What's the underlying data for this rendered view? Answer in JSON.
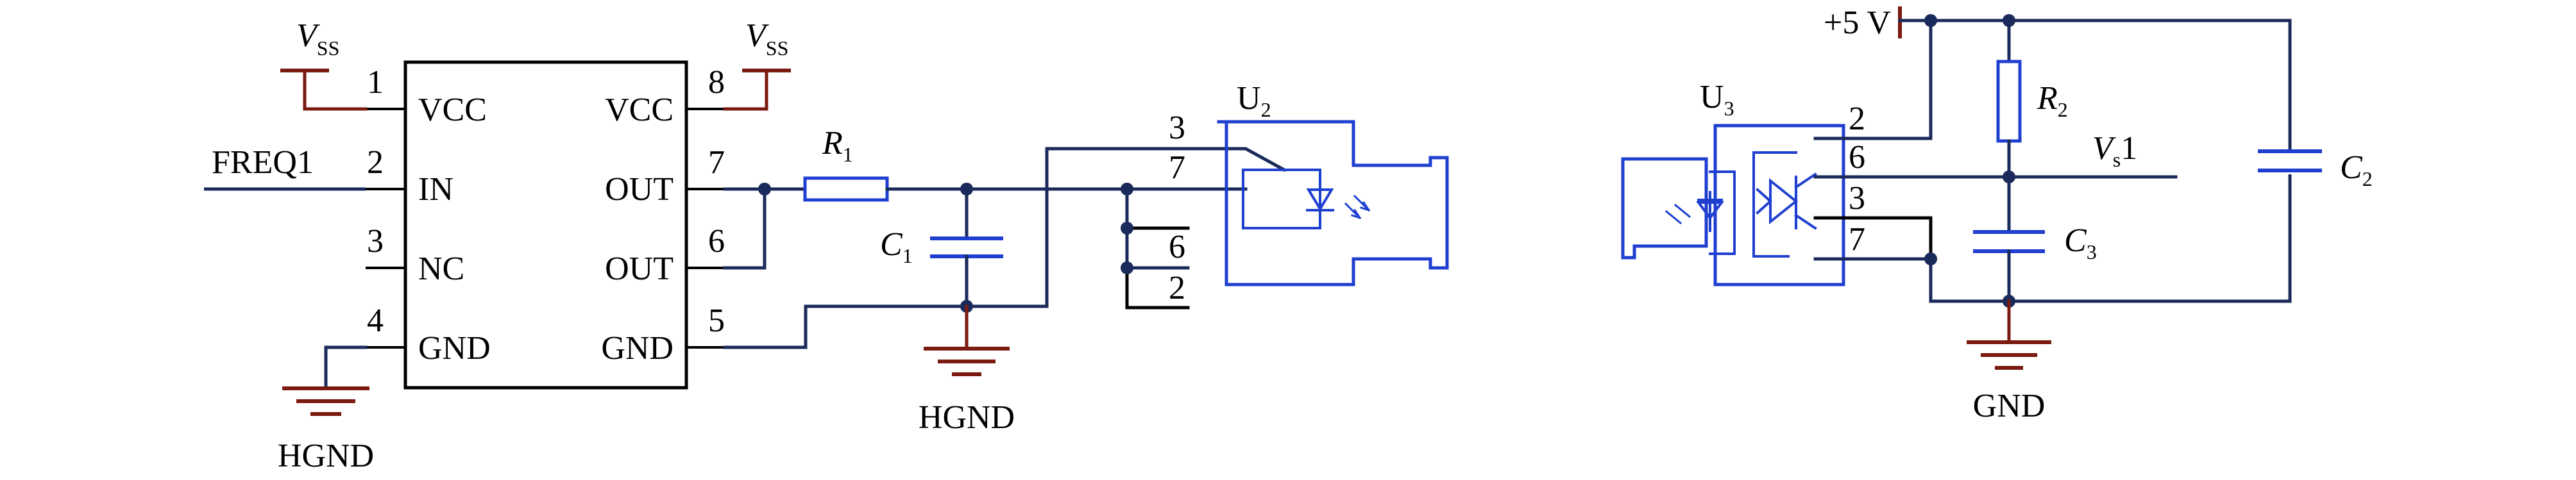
{
  "colors": {
    "wire": "#1a2a5a",
    "black": "#000000",
    "component": "#1f3fd0",
    "ground": "#7a1a10"
  },
  "ic": {
    "pins": {
      "p1": "1",
      "p2": "2",
      "p3": "3",
      "p4": "4",
      "p5": "5",
      "p6": "6",
      "p7": "7",
      "p8": "8"
    },
    "left_labels": {
      "vcc": "VCC",
      "in": "IN",
      "nc": "NC",
      "gnd": "GND"
    },
    "right_labels": {
      "vcc": "VCC",
      "out1": "OUT",
      "out2": "OUT",
      "gnd": "GND"
    }
  },
  "power": {
    "vss_left_main": "V",
    "vss_left_sub": "SS",
    "vss_right_main": "V",
    "vss_right_sub": "SS",
    "plus5v": "+5 V"
  },
  "signals": {
    "freq": "FREQ1"
  },
  "grounds": {
    "hgnd1": "HGND",
    "hgnd2": "HGND",
    "gnd": "GND"
  },
  "components": {
    "r1_main": "R",
    "r1_sub": "1",
    "c1_main": "C",
    "c1_sub": "1",
    "u2_main": "U",
    "u2_sub": "2",
    "u3_main": "U",
    "u3_sub": "3",
    "r2_main": "R",
    "r2_sub": "2",
    "c2_main": "C",
    "c2_sub": "2",
    "c3_main": "C",
    "c3_sub": "3",
    "vs_main": "V",
    "vs_sub": "s",
    "vs_suffix": "1"
  },
  "u2_pins": {
    "a": "3",
    "b": "7",
    "c": "6",
    "d": "2"
  },
  "u3_pins": {
    "a": "2",
    "b": "6",
    "c": "3",
    "d": "7"
  }
}
